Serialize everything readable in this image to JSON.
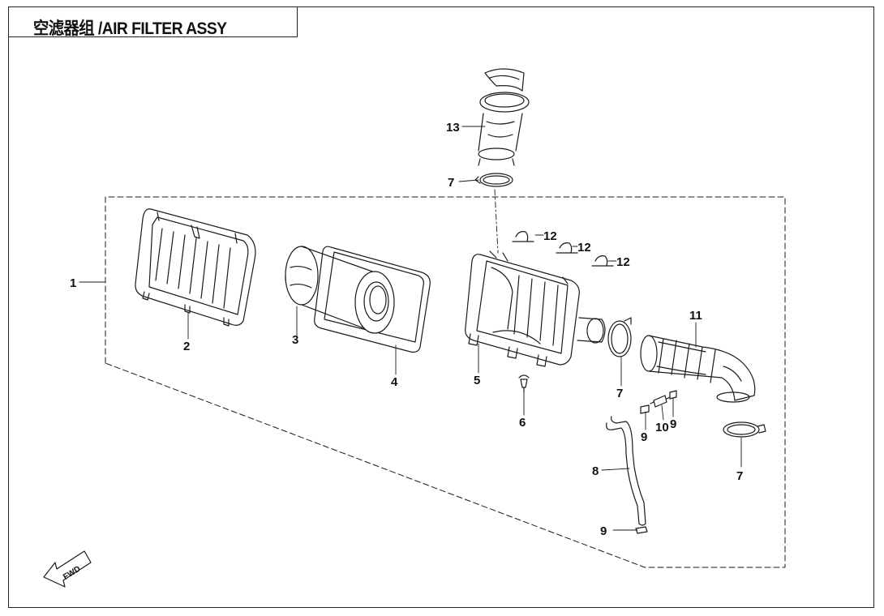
{
  "title": "空滤器组 /AIR FILTER ASSY",
  "fwd_label": "FWD",
  "callouts": {
    "c1": "1",
    "c2": "2",
    "c3": "3",
    "c4": "4",
    "c5": "5",
    "c6": "6",
    "c7a": "7",
    "c7b": "7",
    "c7c": "7",
    "c8": "8",
    "c9a": "9",
    "c9b": "9",
    "c9c": "9",
    "c10": "10",
    "c11": "11",
    "c12a": "12",
    "c12b": "12",
    "c12c": "12",
    "c13": "13"
  }
}
